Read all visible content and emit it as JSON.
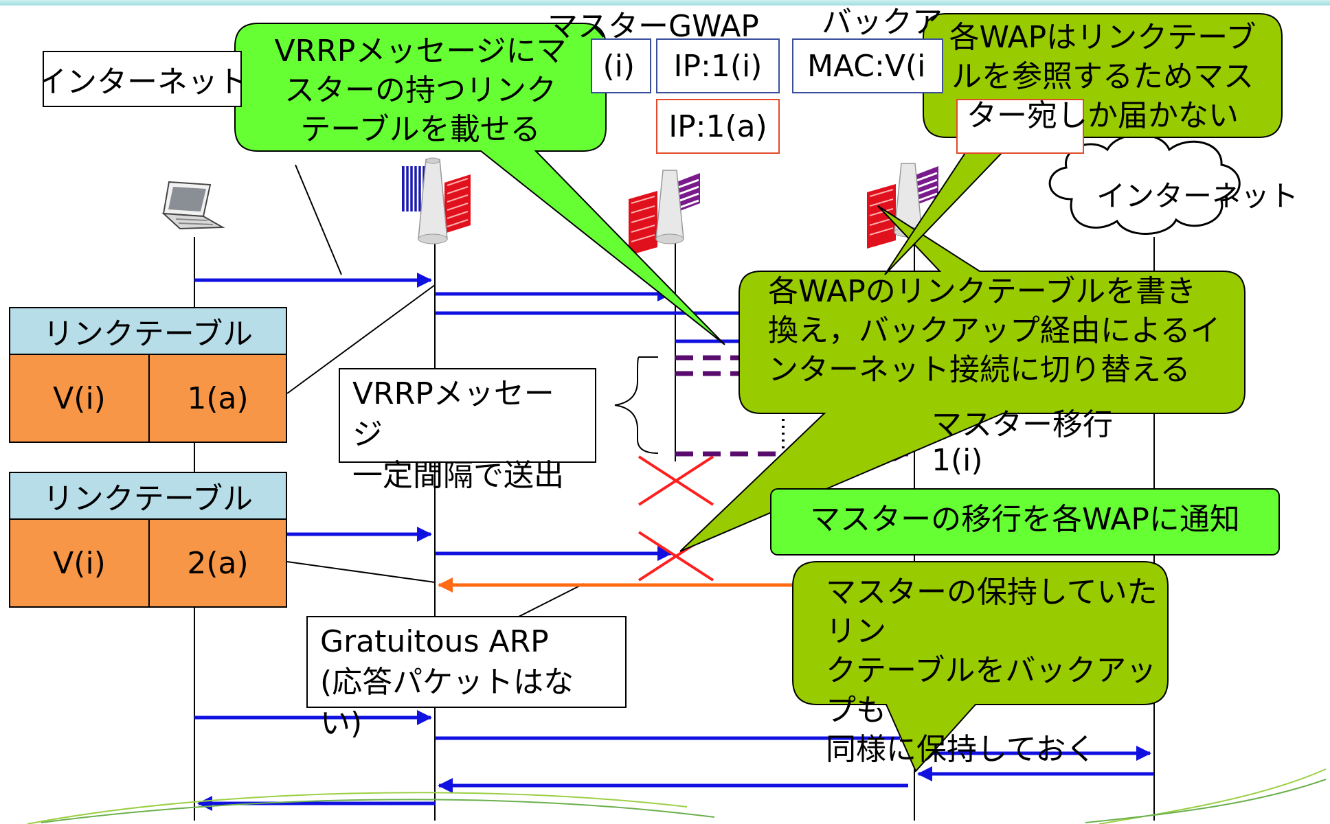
{
  "header": {
    "master_title": "マスターGWAP",
    "backup_title": "バックア"
  },
  "boxes": {
    "internet_left": "インターネット",
    "master_mac": "(i)",
    "master_ip_i": "IP:1(i)",
    "master_ip_a": "IP:1(a)",
    "backup_mac": "MAC:V(i"
  },
  "internet_cloud": "インターネット",
  "link_table_1": {
    "title": "リンクテーブル",
    "key": "V(i)",
    "value": "1(a)"
  },
  "link_table_2": {
    "title": "リンクテーブル",
    "key": "V(i)",
    "value": "2(a)"
  },
  "notes": {
    "vrrp_interval": "VRRPメッセージ\n一定間隔で送出",
    "gratuitous_arp": "Gratuitous ARP\n(応答パケットはない)",
    "master_transition": "マスター移行",
    "master_transition_ip": "1(i)"
  },
  "callouts": {
    "vrrp_carries_table": "VRRPメッセージにマ\nスターの持つリンク\nテーブルを載せる",
    "only_master_reached": "各WAPはリンクテーブ\nルを参照するためマス\nター宛しか届かない",
    "rewrite_tables": "各WAPのリンクテーブルを書き\n換え，バックアップ経由によるイ\nンターネット接続に切り替える",
    "notify_transition": "マスターの移行を各WAPに通知",
    "backup_keeps_table": "マスターの保持していたリン\nクテーブルをバックアップも\n同様に保持しておく"
  },
  "colors": {
    "callout_fill": "#66ff33",
    "callout_fill_olive": "#99cc00",
    "message_blue": "#1010e0",
    "arp_orange": "#ff6a13",
    "vrrp_purple": "#5a0b6e",
    "cross_red": "#ff1f1f",
    "table_header": "#b7dde8",
    "table_cell": "#f79646"
  },
  "icons": [
    "laptop-icon",
    "wap-icon",
    "master-gwap-icon",
    "backup-gwap-icon",
    "cloud-icon"
  ]
}
